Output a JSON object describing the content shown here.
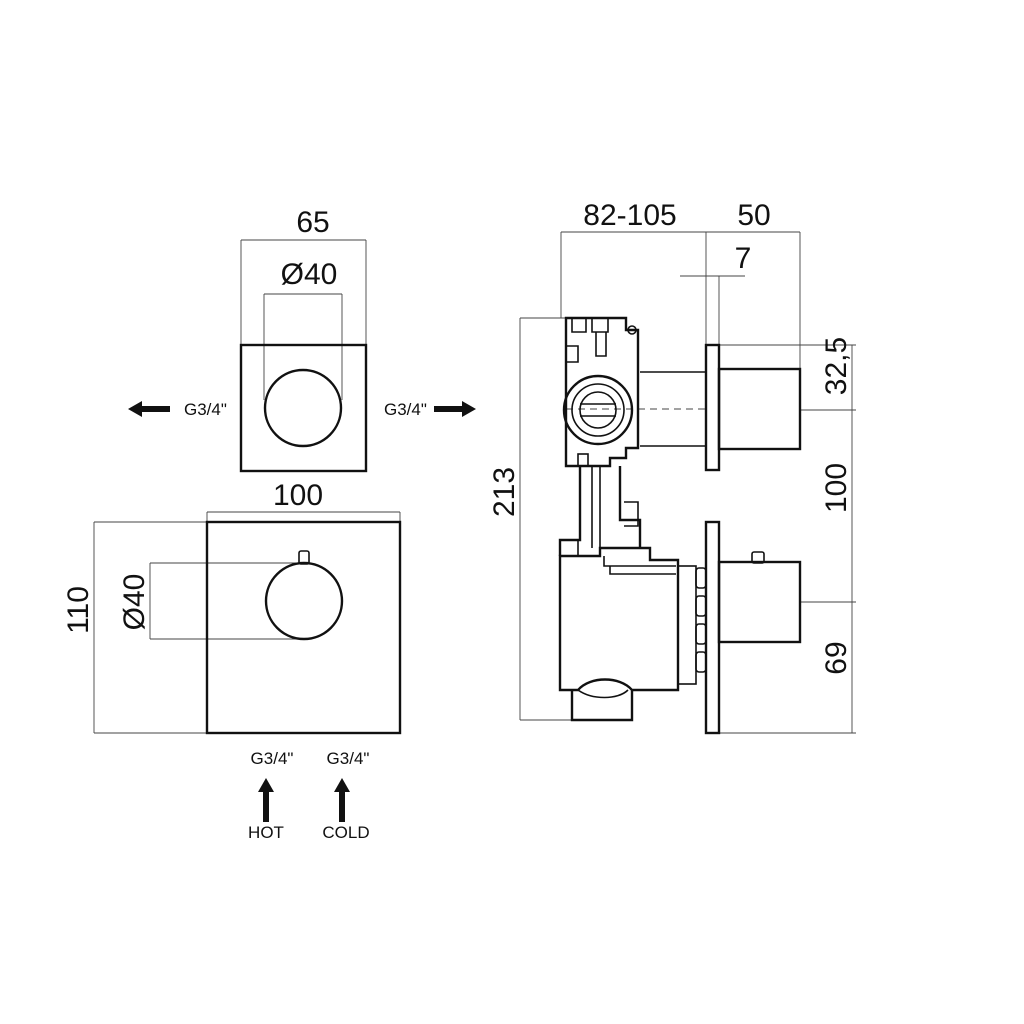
{
  "front_small_plate": {
    "width_dim": "65",
    "knob_dim": "Ø40",
    "left_port": "G3/4\"",
    "right_port": "G3/4\""
  },
  "front_large_plate": {
    "width_dim": "100",
    "height_dim": "110",
    "knob_dim": "Ø40",
    "bottom_ports": [
      {
        "thread": "G3/4\"",
        "label": "HOT"
      },
      {
        "thread": "G3/4\"",
        "label": "COLD"
      }
    ]
  },
  "side_view": {
    "depth_dim": "82-105",
    "handle_dim": "50",
    "plate_dim": "7",
    "height_dim": "213",
    "top_offset_dim": "32,5",
    "spacing_dim": "100",
    "bottom_offset_dim": "69"
  }
}
